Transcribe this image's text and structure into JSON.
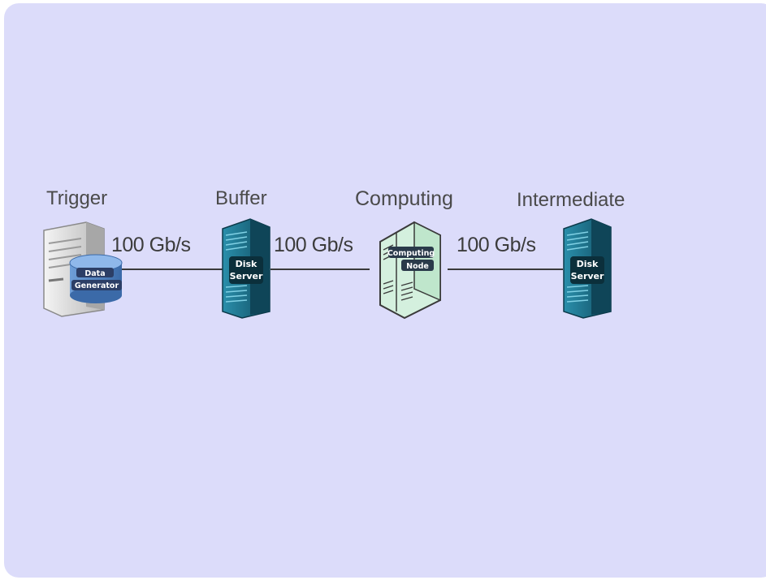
{
  "nodes": [
    {
      "label": "Trigger",
      "badge": [
        "Data",
        "Generator"
      ]
    },
    {
      "label": "Buffer",
      "badge": [
        "Disk",
        "Server"
      ]
    },
    {
      "label": "Computing",
      "badge": [
        "Computing",
        "Node"
      ]
    },
    {
      "label": "Intermediate",
      "badge": [
        "Disk",
        "Server"
      ]
    }
  ],
  "links": [
    {
      "rate": "100 Gb/s"
    },
    {
      "rate": "100 Gb/s"
    },
    {
      "rate": "100 Gb/s"
    }
  ],
  "colors": {
    "background": "#dcdcfa",
    "server_teal": "#1e7f99",
    "compute_green": "#cdeed9",
    "generator_blue": "#4f7fbf",
    "line": "#3a3a3a"
  }
}
